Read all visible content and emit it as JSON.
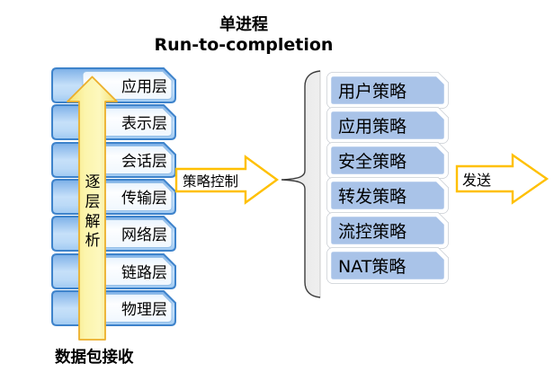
{
  "title": {
    "line1": "单进程",
    "line2": "Run-to-completion"
  },
  "left_stack": {
    "items": [
      {
        "label": "应用层"
      },
      {
        "label": "表示层"
      },
      {
        "label": "会话层"
      },
      {
        "label": "传输层"
      },
      {
        "label": "网络层"
      },
      {
        "label": "链路层"
      },
      {
        "label": "物理层"
      }
    ]
  },
  "up_arrow": {
    "label": "逐层解析"
  },
  "bottom_label": "数据包接收",
  "policy_arrow": {
    "label": "策略控制"
  },
  "right_stack": {
    "items": [
      {
        "label": "用户策略"
      },
      {
        "label": "应用策略"
      },
      {
        "label": "安全策略"
      },
      {
        "label": "转发策略"
      },
      {
        "label": "流控策略"
      },
      {
        "label": "NAT策略"
      }
    ]
  },
  "send_arrow": {
    "label": "发送"
  },
  "colors": {
    "layer_box_border": "#3E83CB",
    "layer_box_fill_top": "#79AEE6",
    "layer_box_fill_light": "#C6E0F9",
    "inner_label_fill": "#FDFEFF",
    "policy_box_fill": "#A9C3E8",
    "policy_box_border": "#FFFFFF",
    "gold_arrow_border": "#FFC000",
    "up_arrow_fill": "#FBF2A0",
    "up_arrow_border": "#ECAF2B",
    "brace_fill": "#E9E9E9",
    "text": "#000000"
  }
}
